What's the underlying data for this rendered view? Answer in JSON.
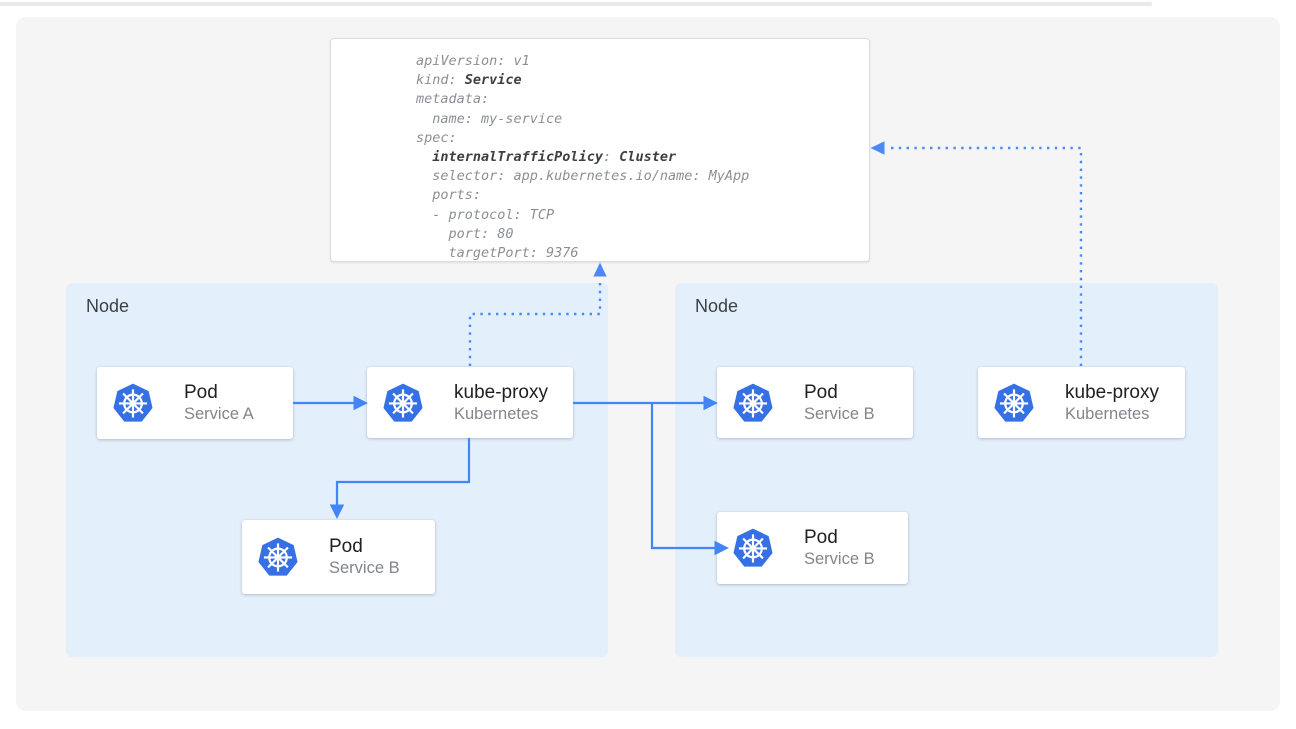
{
  "yaml_card": {
    "lines": [
      [
        [
          "apiVersion: v1",
          0
        ]
      ],
      [
        [
          "kind: ",
          0
        ],
        [
          "Service",
          1
        ]
      ],
      [
        [
          "metadata:",
          0
        ]
      ],
      [
        [
          "  name: my-service",
          0
        ]
      ],
      [
        [
          "spec:",
          0
        ]
      ],
      [
        [
          "  ",
          0
        ],
        [
          "internalTrafficPolicy",
          1
        ],
        [
          ": ",
          0
        ],
        [
          "Cluster",
          1
        ]
      ],
      [
        [
          "  selector: app.kubernetes.io/name: MyApp",
          0
        ]
      ],
      [
        [
          "  ports:",
          0
        ]
      ],
      [
        [
          "  - protocol: TCP",
          0
        ]
      ],
      [
        [
          "    port: 80",
          0
        ]
      ],
      [
        [
          "    targetPort: 9376",
          0
        ]
      ]
    ]
  },
  "nodes": [
    {
      "label": "Node",
      "boxes": [
        {
          "title": "Pod",
          "subtitle": "Service A",
          "icon": "kubernetes-icon"
        },
        {
          "title": "kube-proxy",
          "subtitle": "Kubernetes",
          "icon": "kubernetes-icon"
        },
        {
          "title": "Pod",
          "subtitle": "Service B",
          "icon": "kubernetes-icon"
        }
      ]
    },
    {
      "label": "Node",
      "boxes": [
        {
          "title": "Pod",
          "subtitle": "Service B",
          "icon": "kubernetes-icon"
        },
        {
          "title": "kube-proxy",
          "subtitle": "Kubernetes",
          "icon": "kubernetes-icon"
        },
        {
          "title": "Pod",
          "subtitle": "Service B",
          "icon": "kubernetes-icon"
        }
      ]
    }
  ],
  "connections": [
    {
      "from": "pod-service-a",
      "to": "kube-proxy-left",
      "style": "solid-arrow"
    },
    {
      "from": "kube-proxy-left",
      "to": "pod-service-b-left",
      "style": "solid-arrow"
    },
    {
      "from": "kube-proxy-left",
      "to": "pod-service-b-right-top",
      "style": "solid-arrow"
    },
    {
      "from": "kube-proxy-left",
      "to": "pod-service-b-right-bottom",
      "style": "solid-arrow"
    },
    {
      "from": "kube-proxy-left",
      "to": "service-yaml-card",
      "style": "dotted-arrow"
    },
    {
      "from": "kube-proxy-right",
      "to": "service-yaml-card",
      "style": "dotted-arrow"
    }
  ],
  "colors": {
    "panel_bg": "#f5f5f6",
    "node_bg": "#e3f0fc",
    "solid_arrow": "#4285f4",
    "dotted_arrow": "#4c89f6",
    "kubernetes_blue": "#3570e4",
    "code_text": "#8b8f94",
    "code_bold": "#3c4043",
    "title_text": "#202124",
    "subtitle_text": "#80868b",
    "card_border": "#dadce0",
    "top_line": "#e8eaed"
  }
}
